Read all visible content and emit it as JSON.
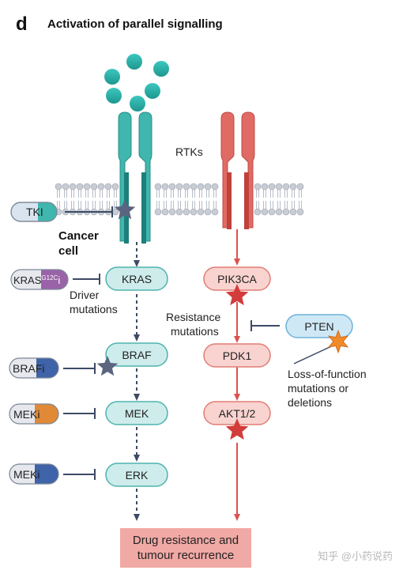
{
  "panel": {
    "letter": "d",
    "title": "Activation of parallel signalling"
  },
  "labels": {
    "rtks": "RTKs",
    "cancer_cell_line1": "Cancer",
    "cancer_cell_line2": "cell",
    "driver_line1": "Driver",
    "driver_line2": "mutations",
    "resistance_line1": "Resistance",
    "resistance_line2": "mutations",
    "lof_line1": "Loss-of-function",
    "lof_line2": "mutations or",
    "lof_line3": "deletions"
  },
  "teal_nodes": {
    "kras": "KRAS",
    "braf": "BRAF",
    "mek": "MEK",
    "erk": "ERK"
  },
  "red_nodes": {
    "pik3ca": "PIK3CA",
    "pdk1": "PDK1",
    "akt": "AKT1/2"
  },
  "pten": "PTEN",
  "inhibitors": {
    "tki": "TKI",
    "kras_main": "KRAS",
    "kras_sup": "G12C",
    "kras_end": "i",
    "brafi": "BRAFi",
    "meki_1": "MEKi",
    "meki_2": "MEKi"
  },
  "outcome": {
    "line1": "Drug resistance and",
    "line2": "tumour recurrence"
  },
  "watermark": "知乎 @小药说药",
  "colors": {
    "teal": "#3fb6ae",
    "teal_fill": "#cdeceb",
    "teal_stroke": "#4fb3ad",
    "red": "#d9534f",
    "red_fill": "#f9d3cf",
    "red_stroke": "#e27d76",
    "pten_fill": "#cfe8f6",
    "pten_stroke": "#6fb1d8",
    "outcome_fill": "#f1a9a5",
    "star_dark": "#5b6580",
    "star_red": "#d23c3a",
    "star_orange": "#f08a2a",
    "ligand": "#2ab0a8",
    "membrane": "#b7bcc6"
  }
}
